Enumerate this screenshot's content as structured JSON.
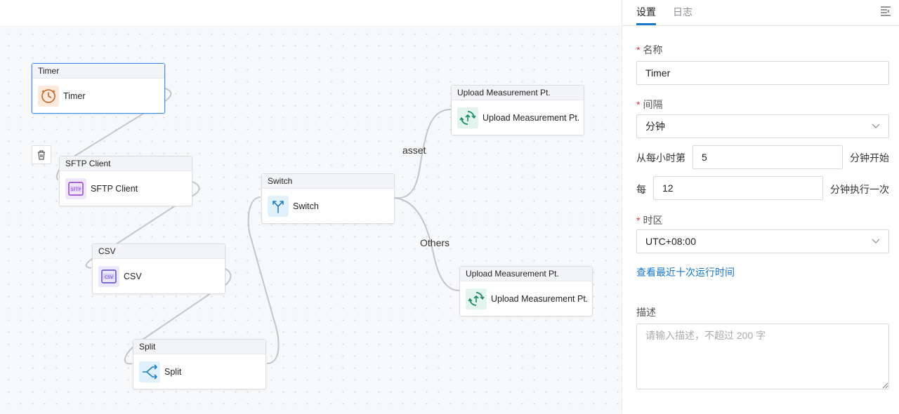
{
  "canvas": {
    "nodes": [
      {
        "key": "timer",
        "title": "Timer",
        "label": "Timer",
        "icon": "clock-icon"
      },
      {
        "key": "sftp",
        "title": "SFTP Client",
        "label": "SFTP Client",
        "icon": "sftp-icon",
        "icon_text": "SFTP"
      },
      {
        "key": "csv",
        "title": "CSV",
        "label": "CSV",
        "icon": "csv-icon",
        "icon_text": "CSV"
      },
      {
        "key": "split",
        "title": "Split",
        "label": "Split",
        "icon": "split-icon"
      },
      {
        "key": "switch",
        "title": "Switch",
        "label": "Switch",
        "icon": "switch-icon"
      },
      {
        "key": "upload1",
        "title": "Upload Measurement Pt.",
        "label": "Upload Measurement Pt.",
        "icon": "upload-measurement-icon"
      },
      {
        "key": "upload2",
        "title": "Upload Measurement Pt.",
        "label": "Upload Measurement Pt.",
        "icon": "upload-measurement-icon"
      }
    ],
    "edge_labels": {
      "asset": "asset",
      "others": "Others"
    },
    "selected_node": "Timer",
    "trash_icon": "trash-icon"
  },
  "panel": {
    "tabs": [
      "设置",
      "日志"
    ],
    "active_tab": "设置",
    "collapse_icon": "collapse-panel-icon",
    "name": {
      "label": "名称",
      "required": "*",
      "value": "Timer"
    },
    "interval": {
      "label": "间隔",
      "required": "*",
      "value": "分钟"
    },
    "start": {
      "prefix": "从每小时第",
      "value": "5",
      "suffix": "分钟开始"
    },
    "every": {
      "prefix": "每",
      "value": "12",
      "suffix": "分钟执行一次"
    },
    "timezone": {
      "label": "时区",
      "required": "*",
      "value": "UTC+08:00"
    },
    "recent_link": "查看最近十次运行时间",
    "description": {
      "label": "描述",
      "placeholder": "请输入描述，不超过 200 字"
    }
  },
  "colors": {
    "accent": "#1677c8",
    "selected_border": "#4a90e2",
    "required": "#e0383e"
  }
}
